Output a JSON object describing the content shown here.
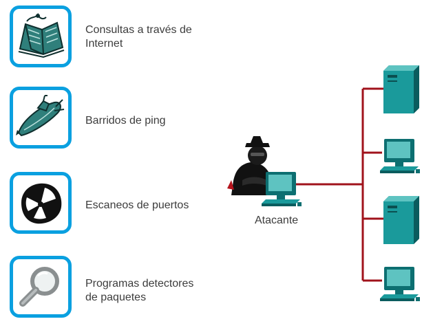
{
  "techniques": [
    {
      "icon": "book-icon",
      "label": "Consultas a través de\nInternet"
    },
    {
      "icon": "submarine-icon",
      "label": "Barridos de ping"
    },
    {
      "icon": "nautilus-shell-icon",
      "label": "Escaneos de puertos"
    },
    {
      "icon": "magnifier-icon",
      "label": "Programas detectores\nde paquetes"
    }
  ],
  "network": {
    "attacker_label": "Atacante",
    "link_color": "#a0121b",
    "device_color": "#11878a",
    "targets": [
      "server",
      "pc",
      "server",
      "pc"
    ]
  },
  "colors": {
    "card_border": "#0aa0e0",
    "icon_teal": "#2f7f7b"
  }
}
